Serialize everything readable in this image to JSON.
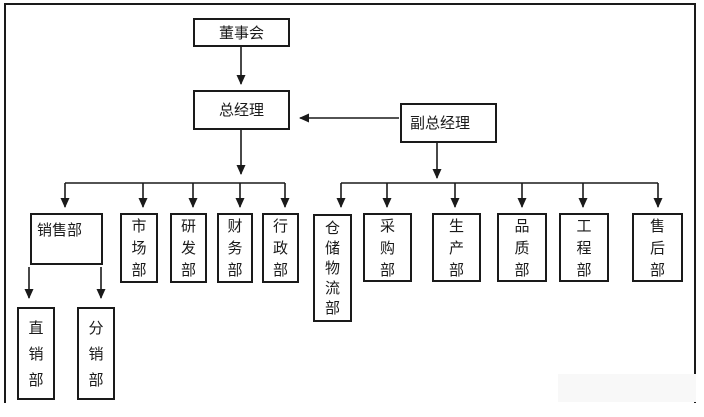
{
  "colors": {
    "line": "#1a1a1a",
    "background": "#ffffff"
  },
  "org_chart": {
    "nodes": {
      "board": {
        "label": "董事会"
      },
      "general_manager": {
        "label": "总经理"
      },
      "deputy_general_manager": {
        "label": "副总经理"
      },
      "sales": {
        "label": "销售部"
      },
      "marketing": {
        "label": "市场部"
      },
      "rnd": {
        "label": "研发部"
      },
      "finance": {
        "label": "财务部"
      },
      "admin": {
        "label": "行政部"
      },
      "warehouse_logistics": {
        "label": "仓储物流部"
      },
      "purchasing": {
        "label": "采购部"
      },
      "production": {
        "label": "生产部"
      },
      "quality": {
        "label": "品质部"
      },
      "engineering": {
        "label": "工程部"
      },
      "after_sales": {
        "label": "售后部"
      },
      "direct_sales": {
        "label": "直销部"
      },
      "distribution": {
        "label": "分销部"
      }
    }
  }
}
